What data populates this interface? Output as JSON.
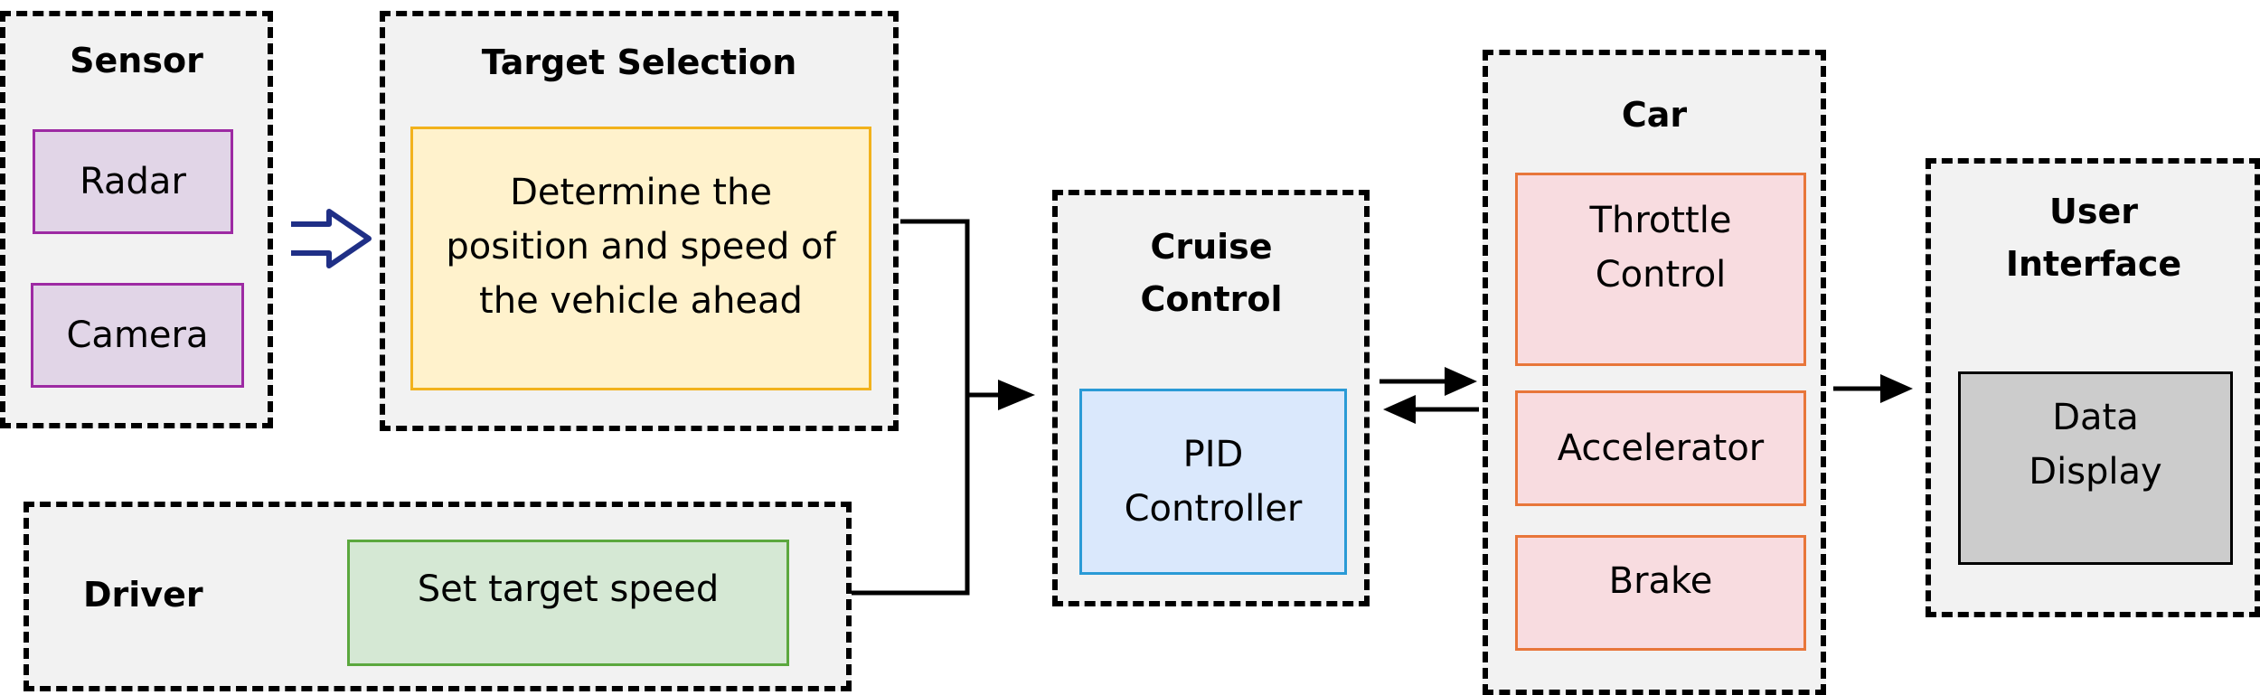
{
  "sensor": {
    "title": "Sensor",
    "radar": "Radar",
    "camera": "Camera"
  },
  "target_selection": {
    "title": "Target Selection",
    "description": "Determine the position and speed of the vehicle ahead"
  },
  "driver": {
    "title": "Driver",
    "action": "Set target speed"
  },
  "cruise_control": {
    "title": "Cruise Control",
    "controller": "PID Controller"
  },
  "car": {
    "title": "Car",
    "throttle": "Throttle Control",
    "accelerator": "Accelerator",
    "brake": "Brake"
  },
  "user_interface": {
    "title": "User Interface",
    "display": "Data Display"
  },
  "colors": {
    "group_fill": "#f2f2f2",
    "purple": "#e1d5e7",
    "yellow": "#fff2cc",
    "green": "#d5e8d4",
    "blue": "#dae8fc",
    "red": "#f8dce0",
    "gray": "#cccccc",
    "hollow_arrow": "#1f2f86"
  }
}
